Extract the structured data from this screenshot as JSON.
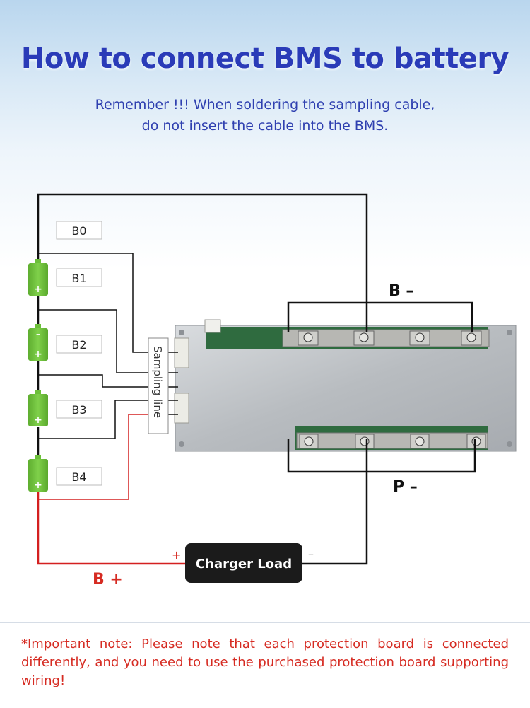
{
  "header": {
    "title": "How to connect BMS to battery",
    "subtitle_line1": "Remember !!!  When soldering the sampling cable,",
    "subtitle_line2": "do not insert the cable into the BMS."
  },
  "diagram": {
    "sampling_labels": [
      "B0",
      "B1",
      "B2",
      "B3",
      "B4"
    ],
    "connector_label": "Sampling line",
    "b_minus_label": "B –",
    "p_minus_label": "P –",
    "b_plus_label": "B +",
    "charger_load_label": "Charger Load",
    "charger_plus": "+",
    "charger_minus": "–",
    "cell_minus": "–",
    "cell_plus": "+",
    "colors": {
      "wire": "#111111",
      "positive_wire": "#d42020",
      "cell": "#6cbf3a",
      "label_red": "#d62b22",
      "title_blue": "#2a3bb8"
    }
  },
  "footer": {
    "note": "*Important note: Please note that each protection board is connected differently, and you need to use the purchased protection board supporting wiring!"
  }
}
